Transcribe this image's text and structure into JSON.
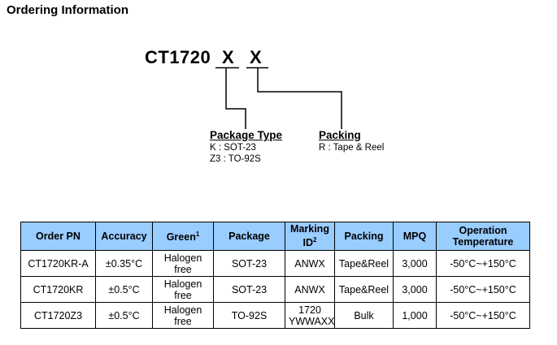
{
  "heading": "Ordering Information",
  "part_number": {
    "base": "CT1720",
    "suffix1": "X",
    "suffix2": "X"
  },
  "package_type": {
    "title": "Package Type",
    "options": [
      "K : SOT-23",
      "Z3 : TO-92S"
    ]
  },
  "packing": {
    "title": "Packing",
    "options": [
      "R : Tape & Reel"
    ]
  },
  "table": {
    "headers": [
      {
        "text": "Order PN"
      },
      {
        "text": "Accuracy"
      },
      {
        "text": "Green",
        "sup": "1"
      },
      {
        "text": "Package"
      },
      {
        "text": "Marking ID",
        "sup": "2"
      },
      {
        "text": "Packing"
      },
      {
        "text": "MPQ"
      },
      {
        "text": "Operation Temperature"
      }
    ],
    "rows": [
      [
        "CT1720KR-A",
        "±0.35°C",
        "Halogen free",
        "SOT-23",
        "ANWX",
        "Tape&Reel",
        "3,000",
        "-50°C~+150°C"
      ],
      [
        "CT1720KR",
        "±0.5°C",
        "Halogen free",
        "SOT-23",
        "ANWX",
        "Tape&Reel",
        "3,000",
        "-50°C~+150°C"
      ],
      [
        "CT1720Z3",
        "±0.5°C",
        "Halogen free",
        "TO-92S",
        "1720 YWWAXX",
        "Bulk",
        "1,000",
        "-50°C~+150°C"
      ]
    ]
  }
}
